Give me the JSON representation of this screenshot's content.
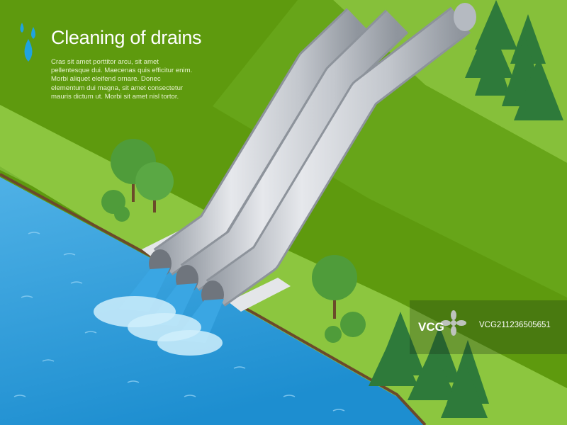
{
  "header": {
    "title": "Cleaning of drains",
    "body_lines": [
      "Cras sit amet porttitor arcu, sit amet",
      "pellentesque dui. Maecenas quis efficitur enim.",
      "Morbi aliquet eleifend ornare. Donec",
      "elementum dui magna, sit amet consectetur",
      "mauris dictum ut. Morbi sit amet nisl tortor."
    ]
  },
  "watermark": {
    "brand": "VCG",
    "id": "VCG21123650565​1"
  },
  "colors": {
    "grass_dark": "#5e9a0e",
    "grass_light": "#8dc43c",
    "water": "#3c9ed8",
    "pipe": "#c9ccd2",
    "drop": "#1fa3e0",
    "tree_round": "#4f9c3a",
    "tree_pine": "#2e7a3a"
  },
  "icons": {
    "title_icon": "water-drops-icon",
    "logo_icon": "vcg-flower-logo-icon"
  }
}
